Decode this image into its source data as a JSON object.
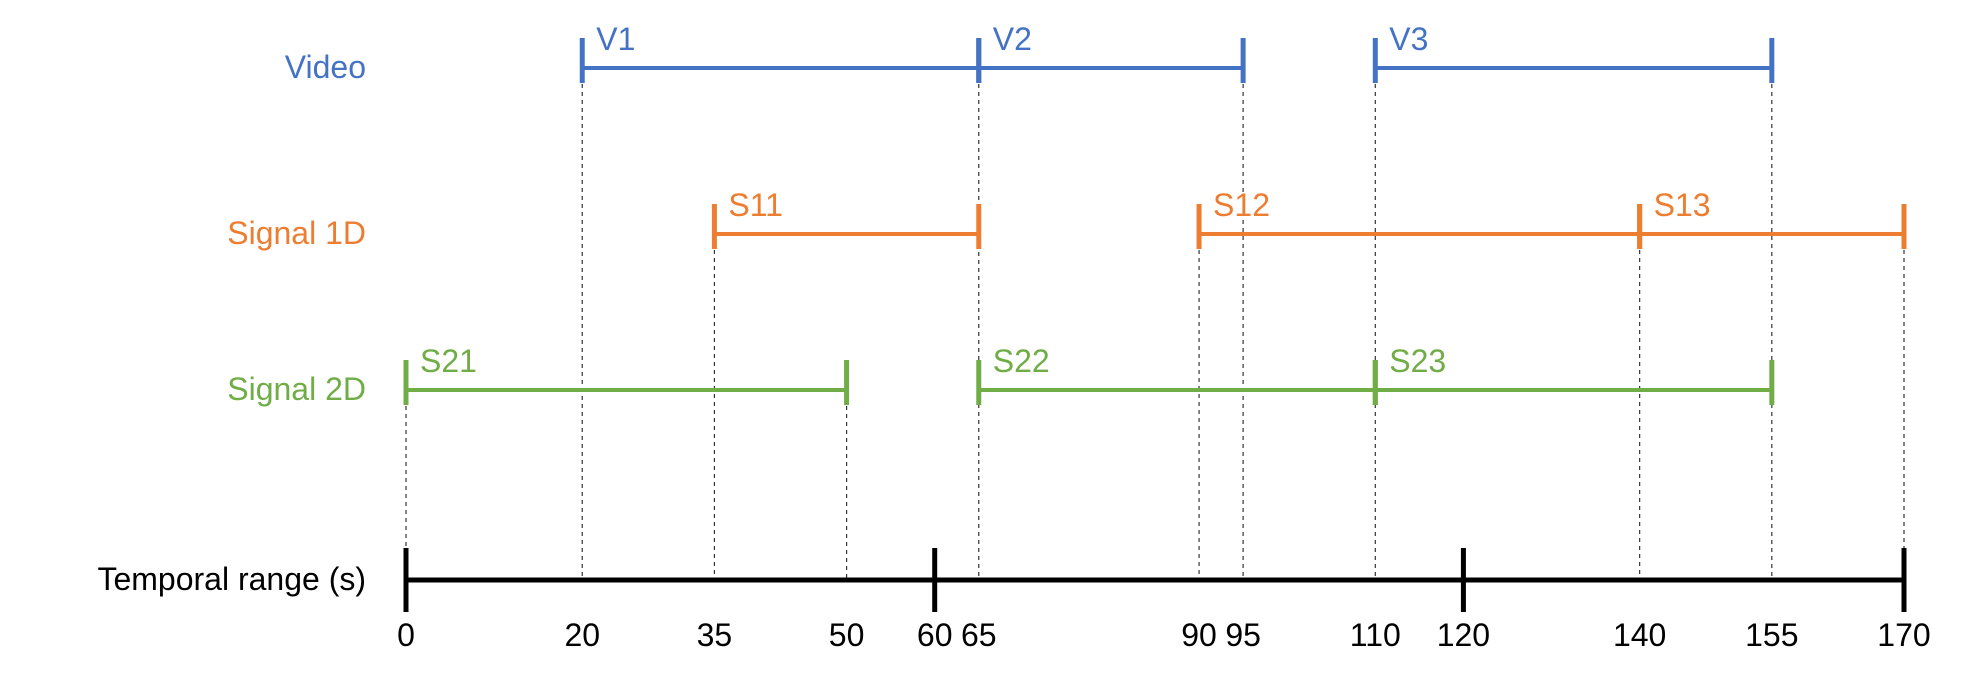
{
  "rows": [
    {
      "id": "video",
      "label": "Video",
      "color": "#4472C4",
      "segments": [
        {
          "name": "V1",
          "start": 20,
          "end": 65
        },
        {
          "name": "V2",
          "start": 65,
          "end": 95
        },
        {
          "name": "V3",
          "start": 110,
          "end": 155
        }
      ]
    },
    {
      "id": "signal-1d",
      "label": "Signal 1D",
      "color": "#ED7D31",
      "segments": [
        {
          "name": "S11",
          "start": 35,
          "end": 65
        },
        {
          "name": "S12",
          "start": 90,
          "end": 140
        },
        {
          "name": "S13",
          "start": 140,
          "end": 170
        }
      ]
    },
    {
      "id": "signal-2d",
      "label": "Signal 2D",
      "color": "#70AD47",
      "segments": [
        {
          "name": "S21",
          "start": 0,
          "end": 50
        },
        {
          "name": "S22",
          "start": 65,
          "end": 110
        },
        {
          "name": "S23",
          "start": 110,
          "end": 155
        }
      ]
    }
  ],
  "axis": {
    "label": "Temporal range (s)",
    "color": "#000000",
    "min": 0,
    "max": 170,
    "major_ticks": [
      0,
      60,
      120,
      170
    ],
    "tick_labels": [
      "0",
      "20",
      "35",
      "50",
      "60",
      "65",
      "90",
      "95",
      "110",
      "120",
      "140",
      "155",
      "170"
    ]
  },
  "guide_lines": "dashed"
}
